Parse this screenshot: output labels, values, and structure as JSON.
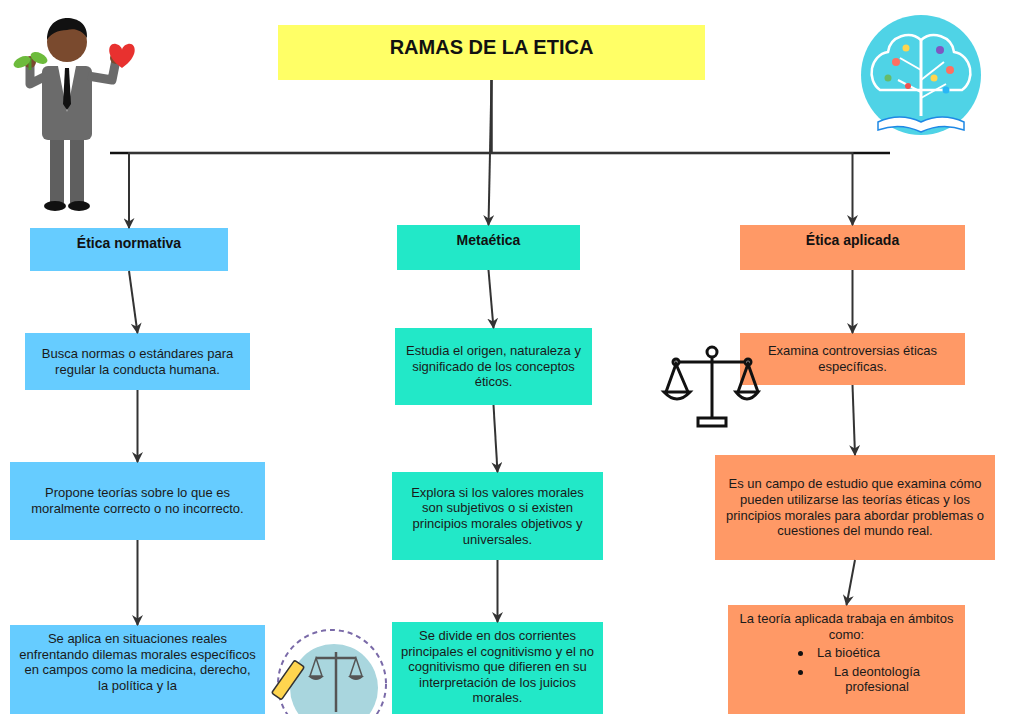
{
  "diagram": {
    "nodes": [
      {
        "text": [
          "RAMAS DE LA ETICA"
        ]
      },
      {
        "text": [
          "Ética normativa"
        ]
      },
      {
        "text": [
          "Busca normas o estándares para regular la conducta humana."
        ]
      },
      {
        "text": [
          "Propone teorías sobre lo que es moralmente correcto o no incorrecto."
        ]
      },
      {
        "text": [
          "Se aplica en situaciones reales enfrentando dilemas morales específicos en campos como la medicina, derecho, la política y la"
        ]
      },
      {
        "text": [
          "Metaética"
        ]
      },
      {
        "text": [
          "Estudia el origen, naturaleza y significado de los conceptos éticos."
        ]
      },
      {
        "text": [
          "Explora si los valores morales son subjetivos o si existen principios morales objetivos y universales."
        ]
      },
      {
        "text": [
          "Se divide en dos corrientes principales el cognitivismo y el no cognitivismo que difieren en su interpretación de los juicios morales."
        ]
      },
      {
        "text": [
          "Ética aplicada"
        ]
      },
      {
        "text": [
          "Examina controversias éticas específicas."
        ]
      },
      {
        "text": [
          "Es un campo de estudio que examina cómo pueden utilizarse las teorías éticas y los principios morales para abordar problemas o cuestiones del mundo real."
        ]
      },
      {
        "text": [
          "La teoría aplicada trabaja en ámbitos como:",
          "La bioética",
          "La deontología profesional"
        ]
      }
    ],
    "edges": [
      {
        "from": 0,
        "to": 1,
        "arrow": "to"
      },
      {
        "from": 0,
        "to": 5,
        "arrow": "to"
      },
      {
        "from": 0,
        "to": 9,
        "arrow": "to"
      },
      {
        "from": 1,
        "to": 2,
        "arrow": "to"
      },
      {
        "from": 2,
        "to": 3,
        "arrow": "to"
      },
      {
        "from": 3,
        "to": 4,
        "arrow": "to"
      },
      {
        "from": 5,
        "to": 6,
        "arrow": "to"
      },
      {
        "from": 6,
        "to": 7,
        "arrow": "to"
      },
      {
        "from": 7,
        "to": 8,
        "arrow": "to"
      },
      {
        "from": 9,
        "to": 10,
        "arrow": "to"
      },
      {
        "from": 10,
        "to": 11,
        "arrow": "to"
      },
      {
        "from": 11,
        "to": 12,
        "arrow": "to"
      }
    ]
  }
}
